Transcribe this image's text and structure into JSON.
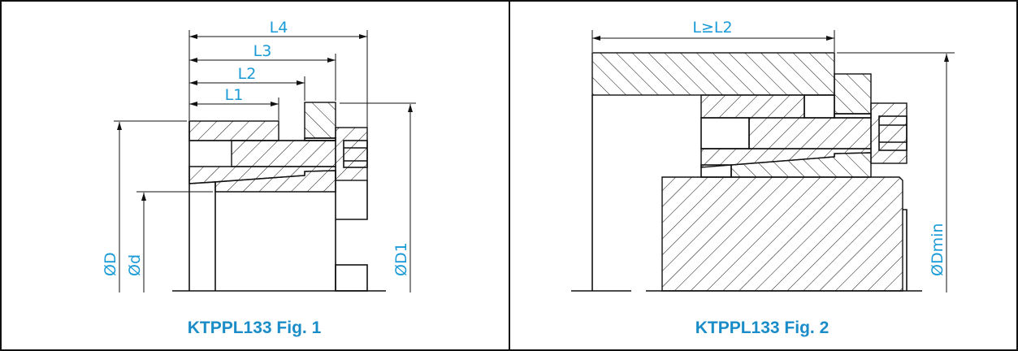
{
  "figure1": {
    "caption": "KTPPL133 Fig. 1",
    "dimensions": {
      "L1": "L1",
      "L2": "L2",
      "L3": "L3",
      "L4": "L4",
      "D": "ØD",
      "d": "Ød",
      "D1": "ØD1"
    }
  },
  "figure2": {
    "caption": "KTPPL133 Fig. 2",
    "dimensions": {
      "L": "L≥L2",
      "Dmin": "ØDmin"
    }
  },
  "colors": {
    "label": "#1a9ad6",
    "caption": "#1a8cc8",
    "line": "#111111"
  }
}
